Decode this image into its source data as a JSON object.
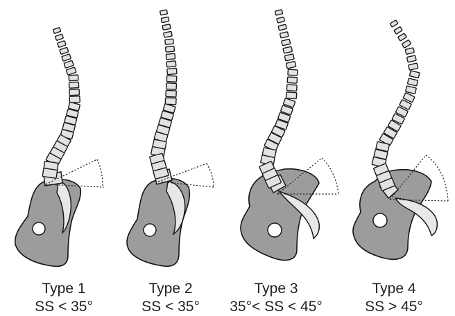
{
  "types": [
    {
      "name": "Type 1",
      "condition": "SS < 35°"
    },
    {
      "name": "Type 2",
      "condition": "SS < 35°"
    },
    {
      "name": "Type 3",
      "condition": "35°< SS < 45°"
    },
    {
      "name": "Type 4",
      "condition": "SS > 45°"
    }
  ]
}
